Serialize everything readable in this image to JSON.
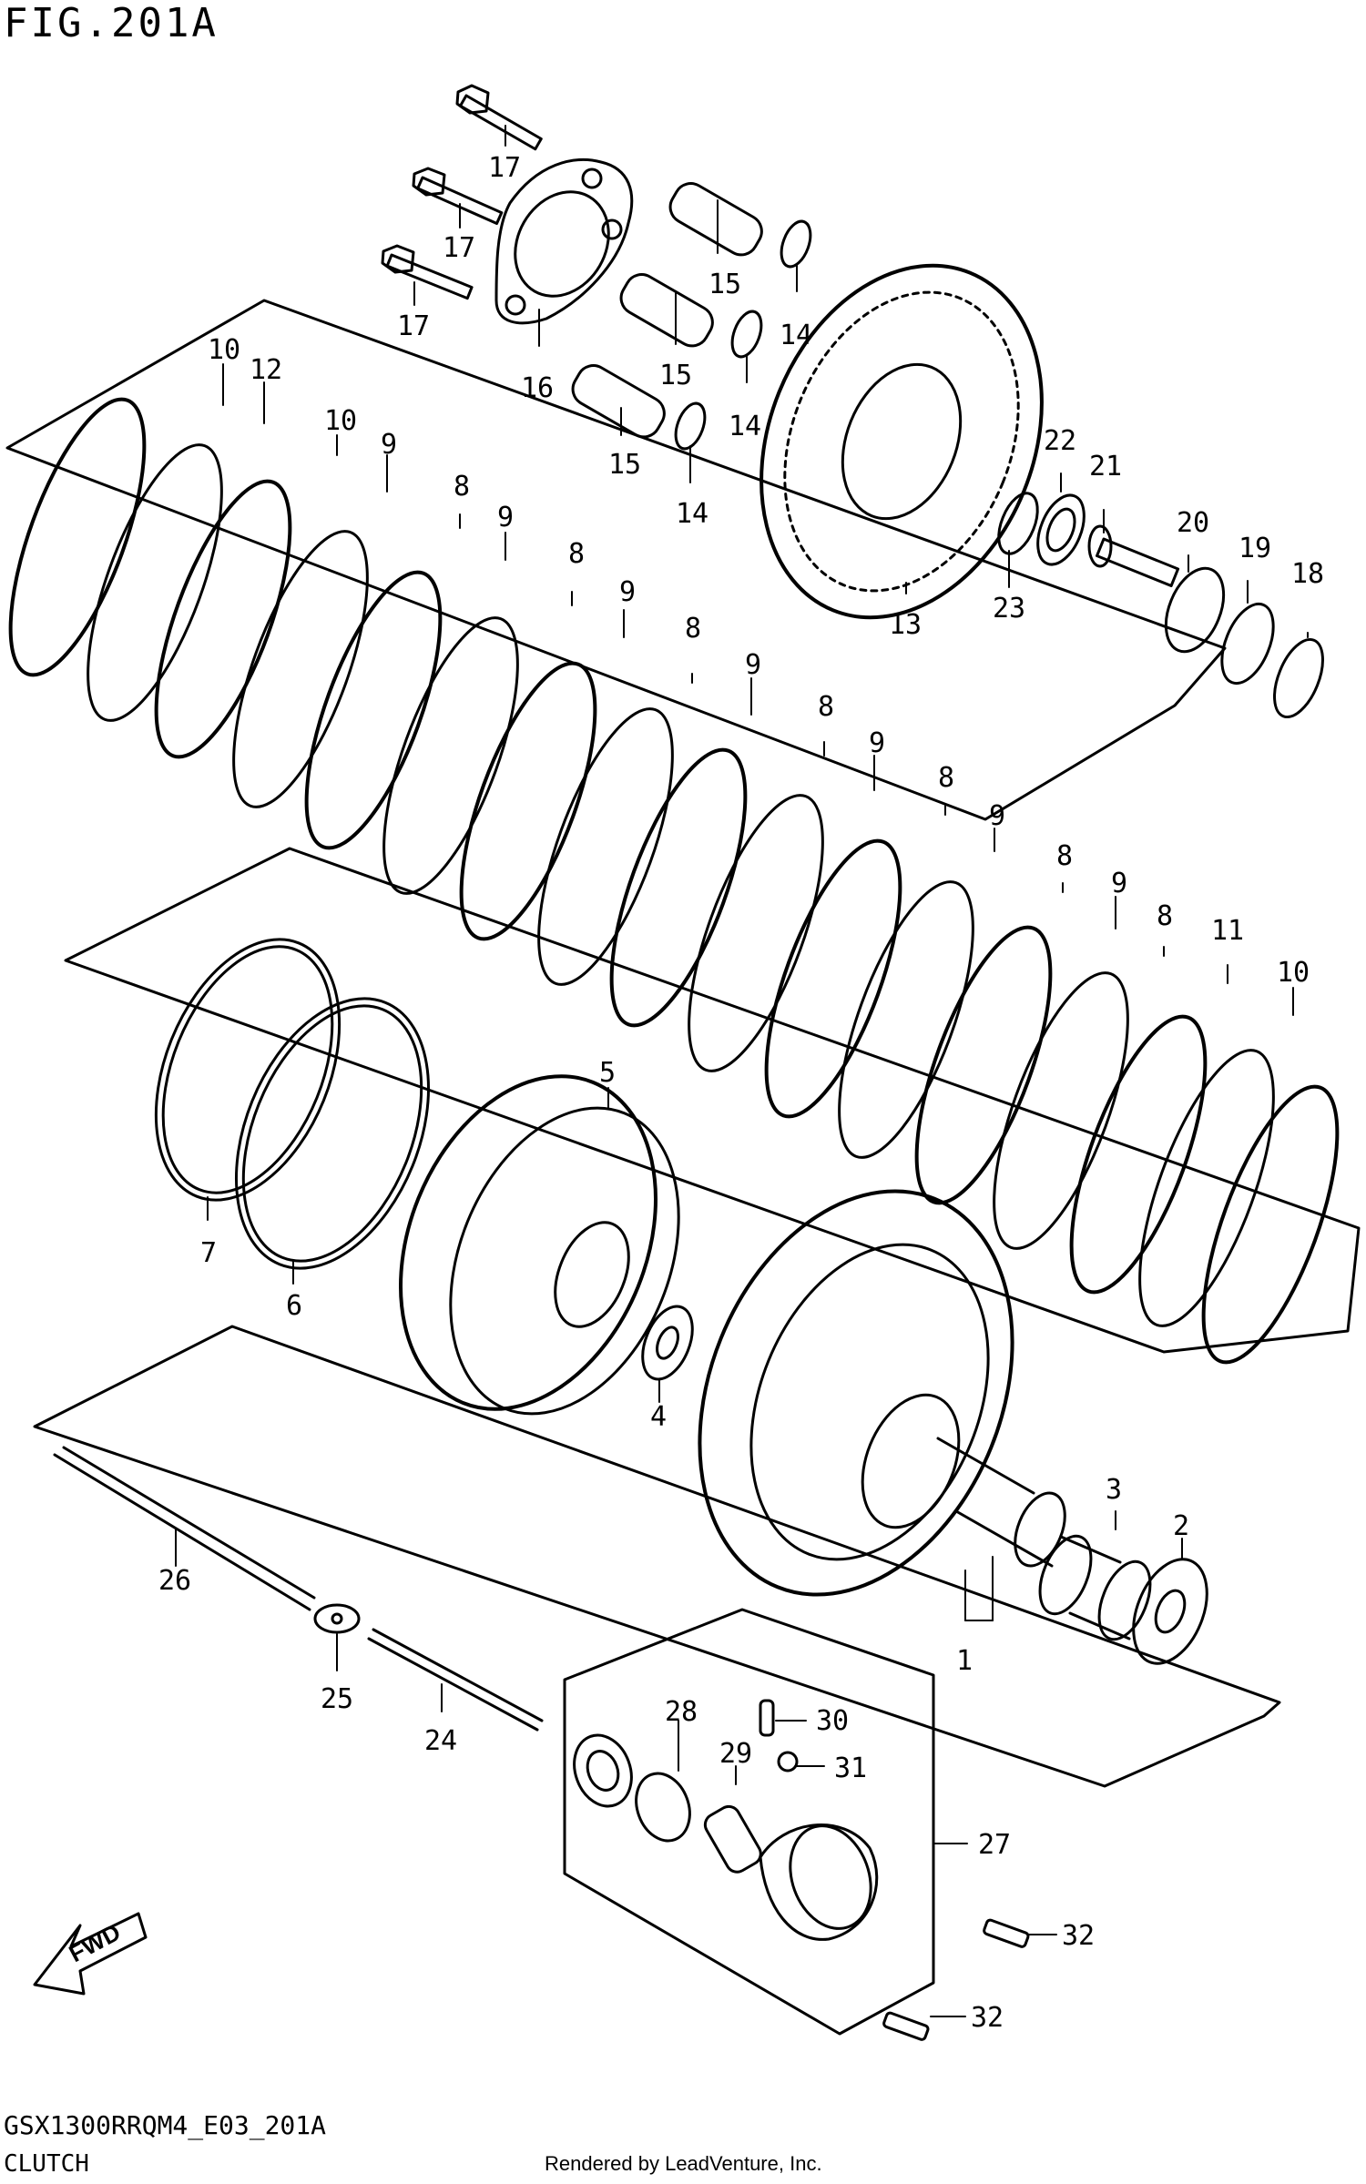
{
  "figure": {
    "title": "FIG.201A",
    "model_code": "GSX1300RRQM4_E03_201A",
    "section_name": "CLUTCH",
    "render_credit": "Rendered by LeadVenture, Inc."
  },
  "direction_badge": {
    "label": "FWD",
    "icon": "fwd-arrow-icon"
  },
  "callouts": [
    "1",
    "2",
    "3",
    "4",
    "5",
    "6",
    "7",
    "8",
    "9",
    "10",
    "11",
    "12",
    "13",
    "14",
    "15",
    "16",
    "17",
    "18",
    "19",
    "20",
    "21",
    "22",
    "23",
    "24",
    "25",
    "26",
    "27",
    "28",
    "29",
    "30",
    "31",
    "32"
  ]
}
